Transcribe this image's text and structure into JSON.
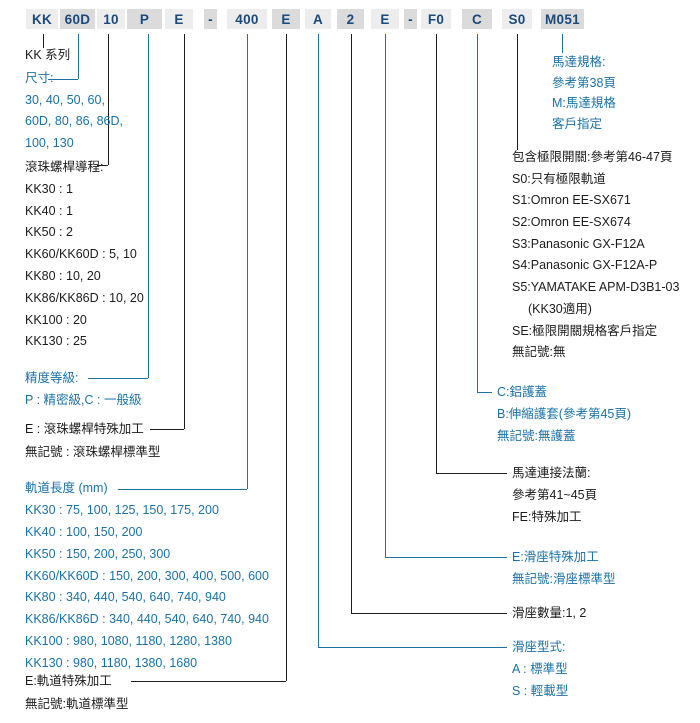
{
  "colors": {
    "background": "#ffffff",
    "box_bg_light": "#ededed",
    "box_bg_dark": "#dbdbdb",
    "box_text": "#1a4a7d",
    "teal": "#1a72a6",
    "black": "#1c1c1c"
  },
  "code_segments": [
    "KK",
    "60D",
    "10",
    "P",
    "E",
    "-",
    "400",
    "E",
    "A",
    "2",
    "E",
    "-",
    "F0",
    "C",
    "S0",
    "M051"
  ],
  "annotations": {
    "series": {
      "color": "black",
      "lines": [
        "KK 系列"
      ]
    },
    "size": {
      "color": "teal",
      "lines": [
        "尺寸:",
        "30, 40, 50, 60,",
        "60D, 80, 86, 86D,",
        "100, 130"
      ]
    },
    "screw_lead": {
      "color": "black",
      "lines": [
        "滾珠螺桿導程:",
        "KK30 : 1",
        "KK40 : 1",
        "KK50 : 2",
        "KK60/KK60D : 5, 10",
        "KK80 : 10, 20",
        "KK86/KK86D : 10, 20",
        "KK100 : 20",
        "KK130 : 25"
      ]
    },
    "accuracy": {
      "color": "teal",
      "lines": [
        "精度等級:",
        "P : 精密級,C : 一般級"
      ]
    },
    "screw_special": {
      "color": "black",
      "lines": [
        "E : 滾珠螺桿特殊加工",
        "無記號 : 滾珠螺桿標準型"
      ]
    },
    "rail_length": {
      "color": "teal",
      "lines": [
        "軌道長度 (mm)",
        "KK30 : 75, 100, 125, 150, 175, 200",
        "KK40 : 100, 150, 200",
        "KK50 : 150, 200, 250, 300",
        "KK60/KK60D : 150, 200, 300, 400, 500, 600",
        "KK80 : 340, 440, 540, 640, 740, 940",
        "KK86/KK86D : 340, 440, 540, 640, 740, 940",
        "KK100 : 980, 1080, 1180, 1280, 1380",
        "KK130 : 980, 1180, 1380, 1680"
      ]
    },
    "rail_special": {
      "color": "black",
      "lines": [
        "E:軌道特殊加工",
        "無記號:軌道標準型"
      ]
    },
    "motor_spec": {
      "color": "teal",
      "lines": [
        "馬達規格:",
        "參考第38頁",
        "M:馬達規格",
        "客戶指定"
      ]
    },
    "limit_switch": {
      "color": "black",
      "lines": [
        "包含極限開關:參考第46-47頁",
        "S0:只有極限軌道",
        "S1:Omron EE-SX671",
        "S2:Omron EE-SX674",
        "S3:Panasonic GX-F12A",
        "S4:Panasonic GX-F12A-P",
        "S5:YAMATAKE APM-D3B1-03",
        "(KK30適用)",
        "SE:極限開關規格客戶指定",
        "無記號:無"
      ]
    },
    "cover": {
      "color": "teal",
      "lines": [
        "C:鋁護蓋",
        "B:伸縮護套(參考第45頁)",
        "無記號:無護蓋"
      ]
    },
    "motor_flange": {
      "color": "black",
      "lines": [
        "馬達連接法蘭:",
        "參考第41~45頁",
        "FE:特殊加工"
      ]
    },
    "slider_special": {
      "color": "teal",
      "lines": [
        "E:滑座特殊加工",
        "無記號:滑座標準型"
      ]
    },
    "slider_count": {
      "color": "black",
      "lines": [
        "滑座數量:1, 2"
      ]
    },
    "slider_type": {
      "color": "teal",
      "lines": [
        "滑座型式:",
        "A : 標準型",
        "S : 輕載型"
      ]
    }
  }
}
